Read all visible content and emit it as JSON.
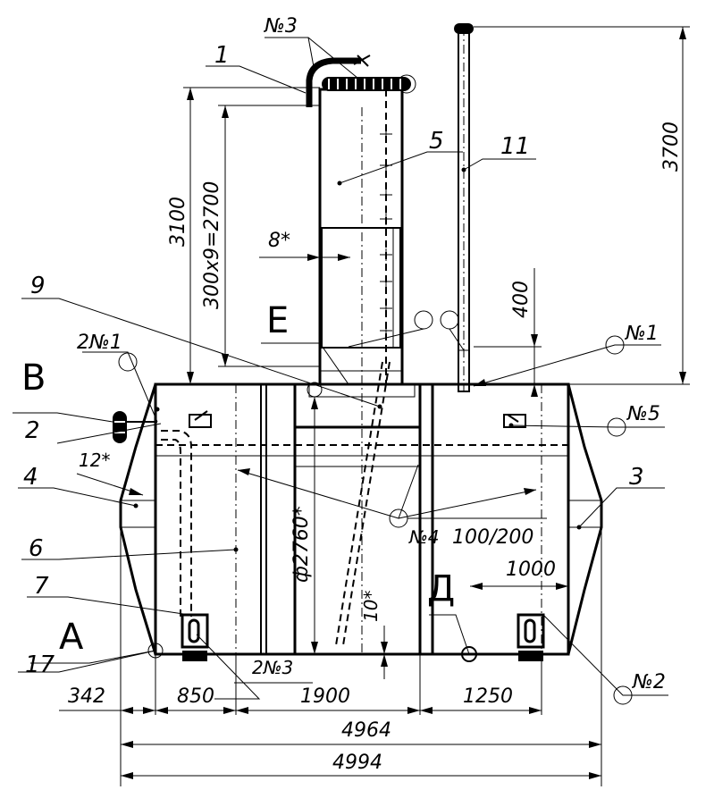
{
  "drawing": {
    "callouts": {
      "p1": "1",
      "p2": "2",
      "p3": "3",
      "p4": "4",
      "p5": "5",
      "p6": "6",
      "p7": "7",
      "p9": "9",
      "p11": "11",
      "p17": "17",
      "n3_top": "№3",
      "n1": "№1",
      "n5": "№5",
      "n4": "№4",
      "n2": "№2",
      "n2_1": "2№1",
      "n2_3": "2№3"
    },
    "section_letters": {
      "B": "B",
      "E": "E",
      "A": "A",
      "D": "Д"
    },
    "dimensions": {
      "d3100": "3100",
      "d300x9": "300x9=2700",
      "d3700": "3700",
      "d8": "8*",
      "d400": "400",
      "d12": "12*",
      "d2760": "ф2760*",
      "d10": "10*",
      "d100_200": "100/200",
      "d1000": "1000",
      "d342": "342",
      "d850": "850",
      "d1900": "1900",
      "d1250": "1250",
      "d4964": "4964",
      "d4994": "4994"
    }
  }
}
